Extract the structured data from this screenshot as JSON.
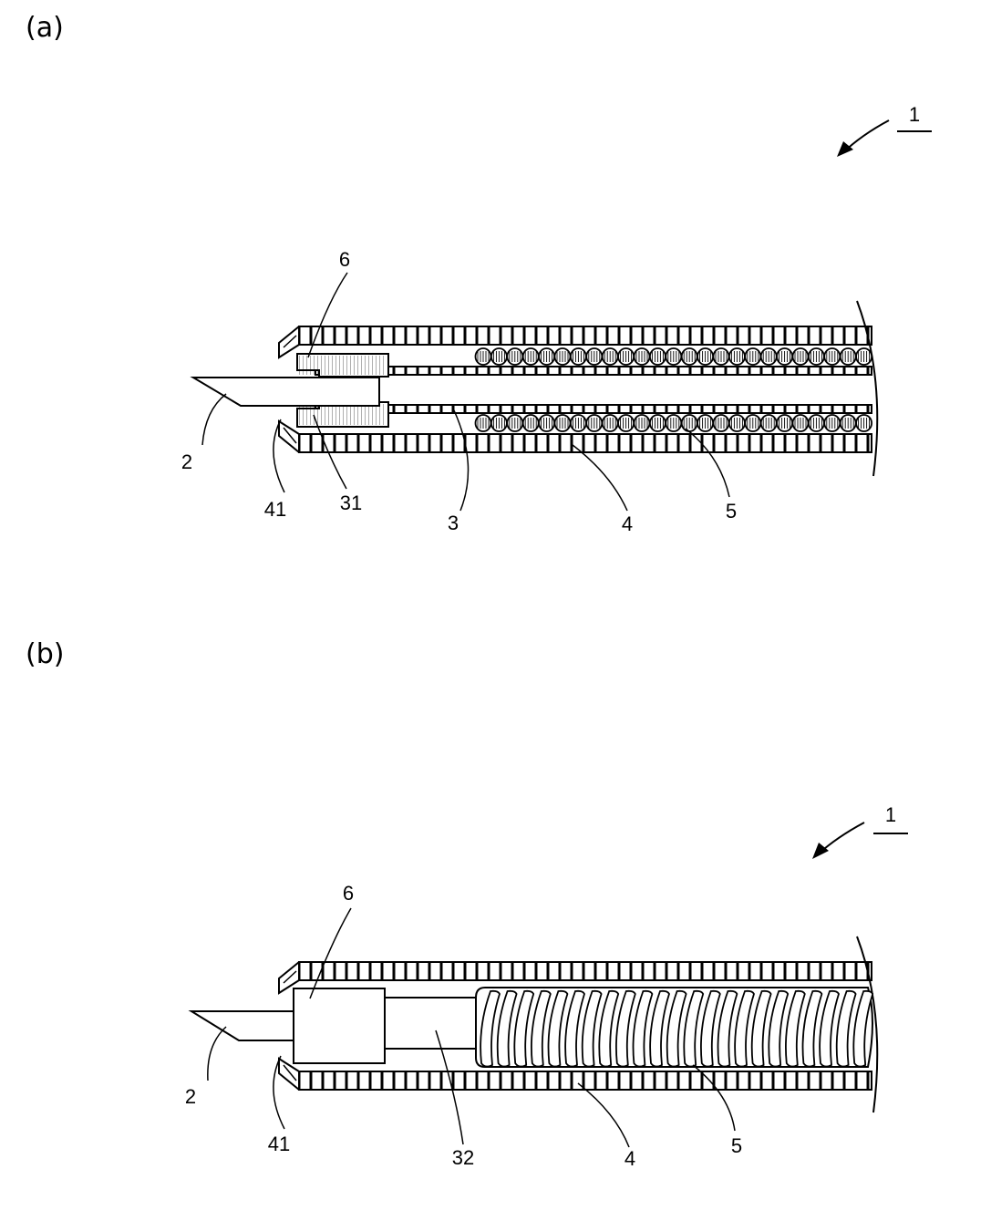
{
  "panels": [
    {
      "label": "(a)",
      "refs": {
        "device": "1",
        "needle": "2",
        "inner_tube": "3",
        "inner_tube_tip": "31",
        "outer_sheath": "4",
        "outer_sheath_tip": "41",
        "coil": "5",
        "tip_member": "6"
      }
    },
    {
      "label": "(b)",
      "refs": {
        "device": "1",
        "needle": "2",
        "shaft": "32",
        "outer_sheath": "4",
        "outer_sheath_tip": "41",
        "coil": "5",
        "tip_member": "6"
      }
    }
  ]
}
